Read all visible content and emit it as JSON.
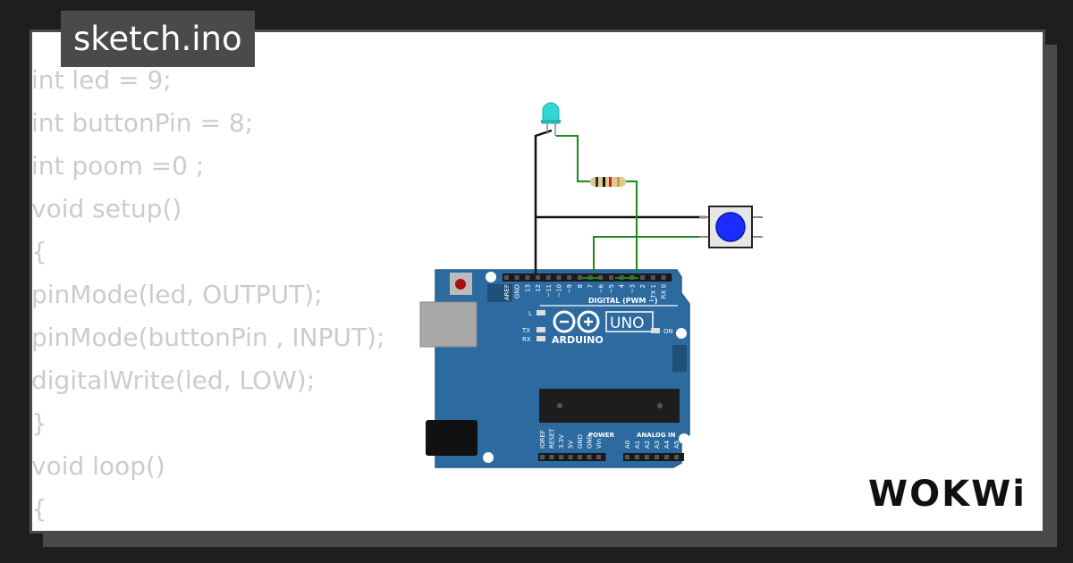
{
  "file_tab": {
    "title": "sketch.ino"
  },
  "code_lines": [
    "int led = 9;",
    "int buttonPin = 8;",
    "int poom =0 ;",
    "void setup()",
    "{",
    "pinMode(led, OUTPUT);",
    "pinMode(buttonPin , INPUT);",
    "digitalWrite(led, LOW);",
    "}",
    "void loop()",
    "{"
  ],
  "board": {
    "model_label": "UNO",
    "brand_label": "ARDUINO",
    "digital_label": "DIGITAL (PWM ~)",
    "power_label": "POWER",
    "analog_label": "ANALOG IN",
    "on_label": "ON",
    "l_label": "L",
    "tx_label": "TX",
    "rx_label": "RX",
    "digital_pins": [
      "AREF",
      "GND",
      "13",
      "12",
      "~11",
      "~10",
      "~9",
      "8",
      "7",
      "~6",
      "~5",
      "4",
      "~3",
      "2",
      "TX 1",
      "RX 0"
    ],
    "power_pins": [
      "IOREF",
      "RESET",
      "3.3V",
      "5V",
      "GND",
      "GND",
      "Vin"
    ],
    "analog_pins": [
      "A0",
      "A1",
      "A2",
      "A3",
      "A4",
      "A5"
    ]
  },
  "logo": {
    "text": "WOKWi"
  },
  "colors": {
    "board": "#2c6aa0",
    "led": "#33d6d6",
    "button": "#1a2cff",
    "wire_black": "#111111",
    "wire_green": "#1a8a1a",
    "code_text": "#cccccc"
  }
}
